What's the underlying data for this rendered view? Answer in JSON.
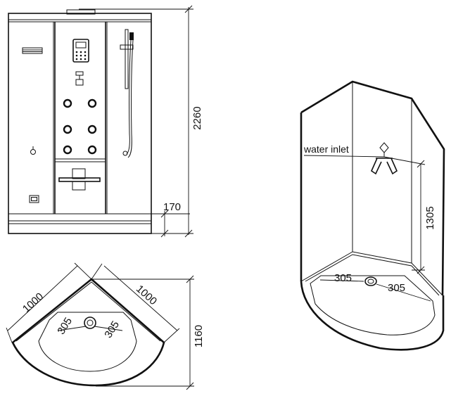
{
  "front_view": {
    "height_dim": "2260",
    "base_dim": "170"
  },
  "top_view": {
    "side_a_dim": "1000",
    "side_b_dim": "1000",
    "drain_offset_left": "305",
    "drain_offset_right": "305",
    "depth_dim": "1160"
  },
  "perspective_view": {
    "water_inlet_label": "water inlet",
    "inlet_height_dim": "1305",
    "drain_offset_left": "305",
    "drain_offset_right": "305"
  }
}
